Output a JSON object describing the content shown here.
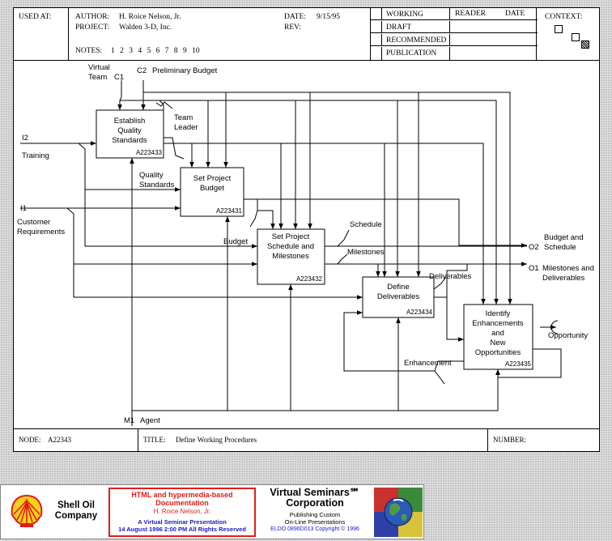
{
  "header": {
    "used_at": "USED AT:",
    "author_label": "AUTHOR:",
    "author": "H. Roice Nelson, Jr.",
    "project_label": "PROJECT:",
    "project": "Walden 3-D, Inc.",
    "notes_label": "NOTES:",
    "notes": "1 2 3 4 5 6 7 8 9 10",
    "date_label": "DATE:",
    "date": "9/15/95",
    "rev_label": "REV:",
    "status_rows": [
      "WORKING",
      "DRAFT",
      "RECOMMENDED",
      "PUBLICATION"
    ],
    "reader_label": "READER",
    "reader_date_label": "DATE",
    "context_label": "CONTEXT:"
  },
  "diagram": {
    "boxes": [
      {
        "lines": [
          "Establish",
          "Quality",
          "Standards"
        ],
        "node": "A223433"
      },
      {
        "lines": [
          "Set Project",
          "Budget"
        ],
        "node": "A223431"
      },
      {
        "lines": [
          "Set Project",
          "Schedule and",
          "Milestones"
        ],
        "node": "A223432"
      },
      {
        "lines": [
          "Define",
          "Deliverables"
        ],
        "node": "A223434"
      },
      {
        "lines": [
          "Identify",
          "Enhancements",
          "and",
          "New",
          "Opportunities"
        ],
        "node": "A223435"
      }
    ],
    "c1": {
      "code": "C1",
      "name_line1": "Virtual",
      "name_line2": "Team"
    },
    "c2": {
      "code": "C2",
      "name": "Preliminary Budget"
    },
    "i1": {
      "code": "I1",
      "name_line1": "Customer",
      "name_line2": "Requirements"
    },
    "i2": {
      "code": "I2",
      "name": "Training"
    },
    "m1": {
      "code": "M1",
      "name": "Agent"
    },
    "o1": {
      "code": "O1",
      "name_line1": "Milestones and",
      "name_line2": "Deliverables"
    },
    "o2": {
      "code": "O2",
      "name_line1": "Budget and",
      "name_line2": "Schedule"
    },
    "team_leader": [
      "Team",
      "Leader"
    ],
    "quality_standards": [
      "Quality",
      "Standards"
    ],
    "budget": "Budget",
    "schedule": "Schedule",
    "milestones": "Milestones",
    "deliverables": "Deliverables",
    "enhancement": "Enhancement",
    "opportunity": "Opportunity"
  },
  "footer": {
    "node_label": "NODE:",
    "node": "A22343",
    "title_label": "TITLE:",
    "title": "Define Working Procedures",
    "number_label": "NUMBER:"
  },
  "banner": {
    "company_line1": "Shell Oil",
    "company_line2": "Company",
    "doc_line1": "HTML and hypermedia-based",
    "doc_line2": "Documentation",
    "author": "H. Roice Nelson, Jr.",
    "presentation": "A Virtual Seminar Presentation",
    "datetime": "14 August 1996  2:00 PM   All Rights Reserved",
    "vs_line1": "Virtual Seminars℠",
    "vs_line2": "Corporation",
    "vs_tag1": "Publishing Custom",
    "vs_tag2": "On-Line Presentations",
    "vs_code": "ELDO 0896D013 Copyright © 1996"
  },
  "colors": {
    "shell_red": "#e21b1b",
    "shell_yellow": "#f7d117",
    "banner_blue": "#1b1bc4",
    "frame_background": "#c6c6c6"
  }
}
